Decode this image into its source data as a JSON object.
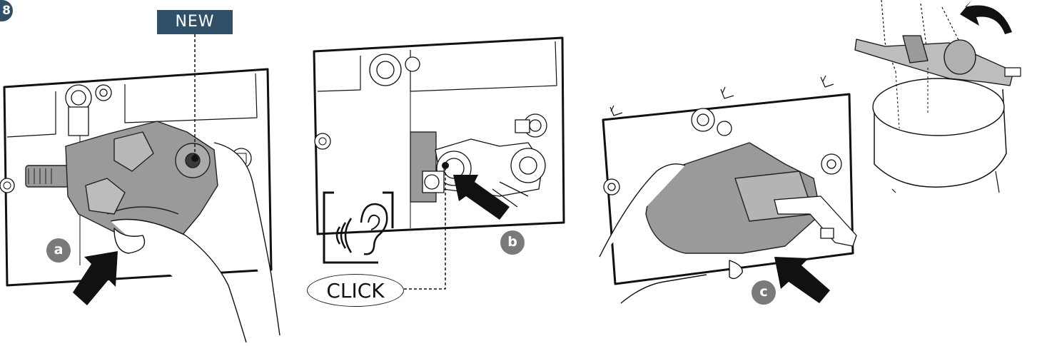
{
  "step": {
    "number": "8"
  },
  "callouts": {
    "new_label": "NEW",
    "click_label": "CLICK"
  },
  "sub_steps": [
    "a",
    "b",
    "c"
  ],
  "icons": {
    "listen": "ear-with-sound-waves-icon",
    "push": "push-arrow-icon",
    "rotate": "curved-rotate-arrow-icon"
  },
  "colors": {
    "badge": "#2f5068",
    "sub_badge": "#7a7a7a",
    "component": "#9a9a9a",
    "line": "#111111"
  }
}
